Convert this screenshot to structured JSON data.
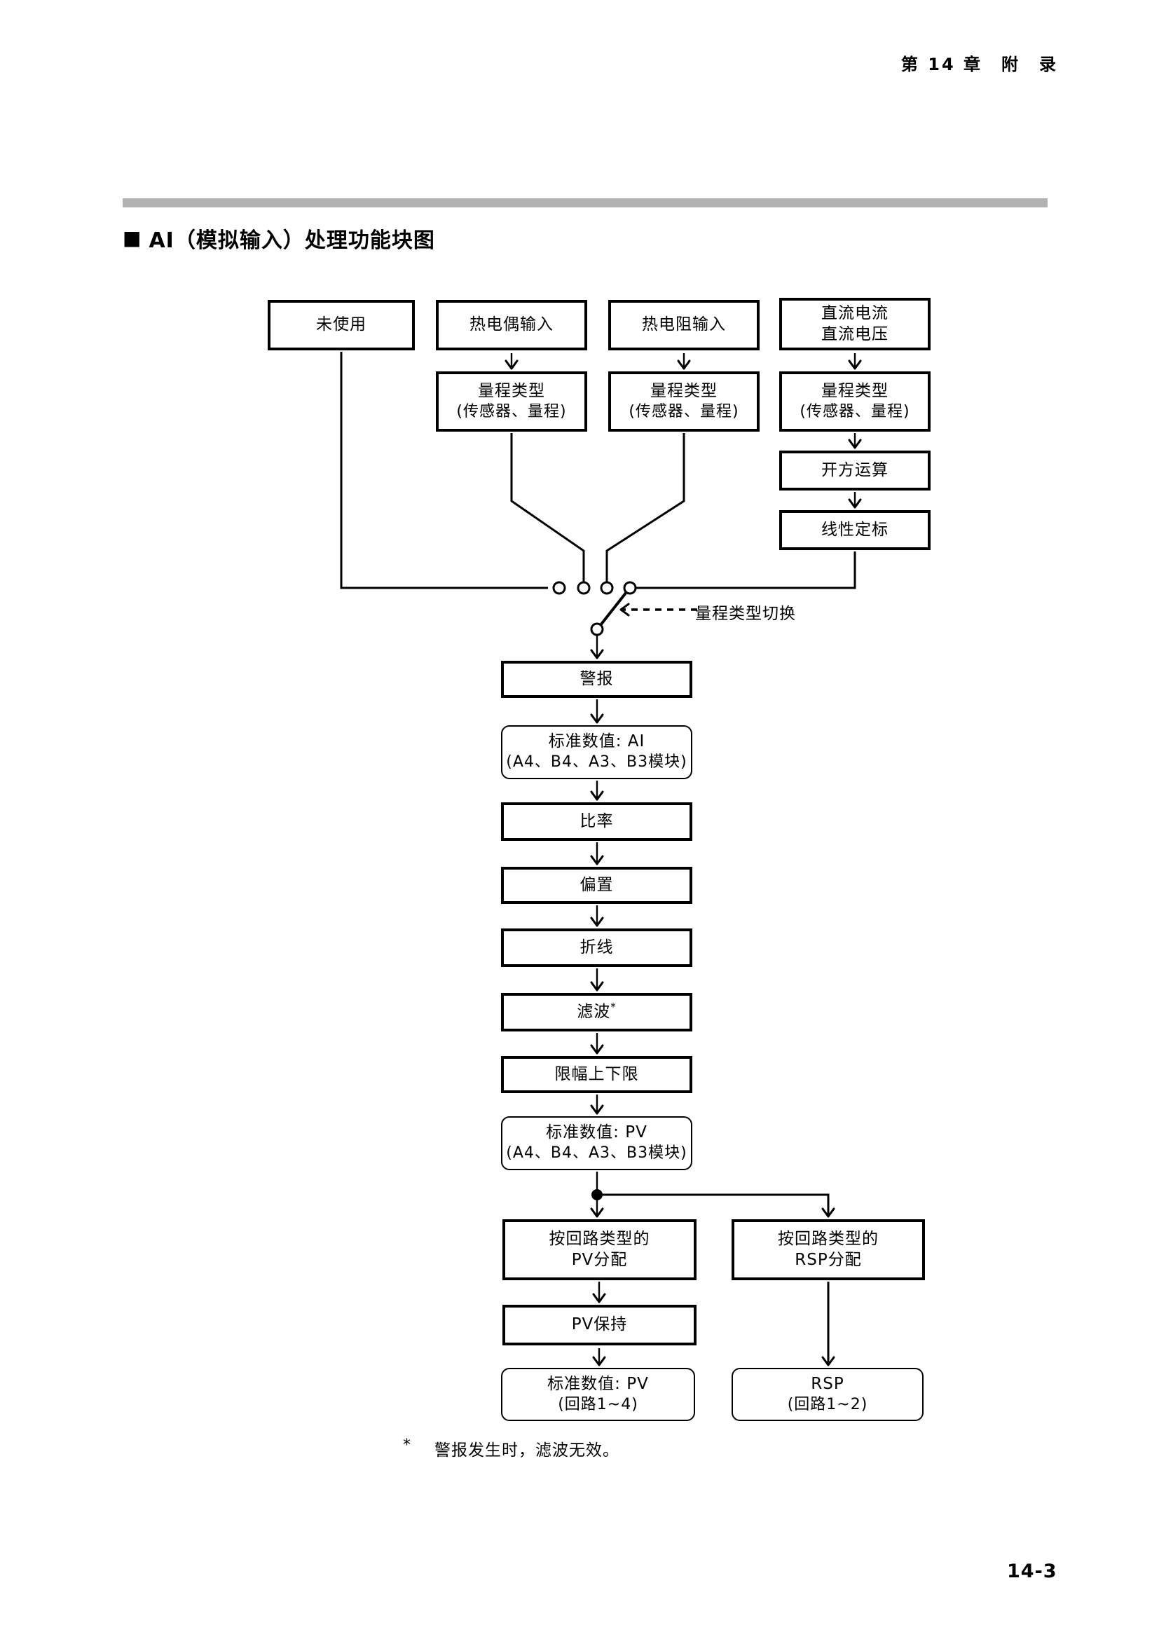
{
  "header": {
    "chapter": "第 14 章　附　录"
  },
  "title": {
    "marker": "■",
    "text": "AI（模拟输入）处理功能块图"
  },
  "diagram": {
    "nodes": {
      "unused": {
        "label": "未使用"
      },
      "tc_input": {
        "label": "热电偶输入"
      },
      "rtd_input": {
        "label": "热电阻输入"
      },
      "dc_input": {
        "line1": "直流电流",
        "line2": "直流电压"
      },
      "range_type_1": {
        "line1": "量程类型",
        "line2": "(传感器、量程)"
      },
      "range_type_2": {
        "line1": "量程类型",
        "line2": "(传感器、量程)"
      },
      "range_type_3": {
        "line1": "量程类型",
        "line2": "(传感器、量程)"
      },
      "sqrt_op": {
        "label": "开方运算"
      },
      "linear_scale": {
        "label": "线性定标"
      },
      "switch_label": "量程类型切换",
      "alarm": {
        "label": "警报"
      },
      "std_value_ai": {
        "line1": "标准数值: AI",
        "line2": "(A4、B4、A3、B3模块)"
      },
      "ratio": {
        "label": "比率"
      },
      "bias": {
        "label": "偏置"
      },
      "broken_line": {
        "label": "折线"
      },
      "filter": {
        "label": "滤波",
        "sup": "*"
      },
      "limit_bounds": {
        "label": "限幅上下限"
      },
      "std_value_pv": {
        "line1": "标准数值: PV",
        "line2": "(A4、B4、A3、B3模块)"
      },
      "pv_dist": {
        "line1": "按回路类型的",
        "line2": "PV分配"
      },
      "rsp_dist": {
        "line1": "按回路类型的",
        "line2": "RSP分配"
      },
      "pv_hold": {
        "label": "PV保持"
      },
      "std_pv_loop": {
        "line1": "标准数值: PV",
        "line2": "(回路1~4)"
      },
      "rsp_loop": {
        "line1": "RSP",
        "line2": "(回路1~2)"
      }
    },
    "footnote": {
      "marker": "*",
      "text": "警报发生时，滤波无效。"
    }
  },
  "footer": {
    "page_number": "14-3"
  }
}
